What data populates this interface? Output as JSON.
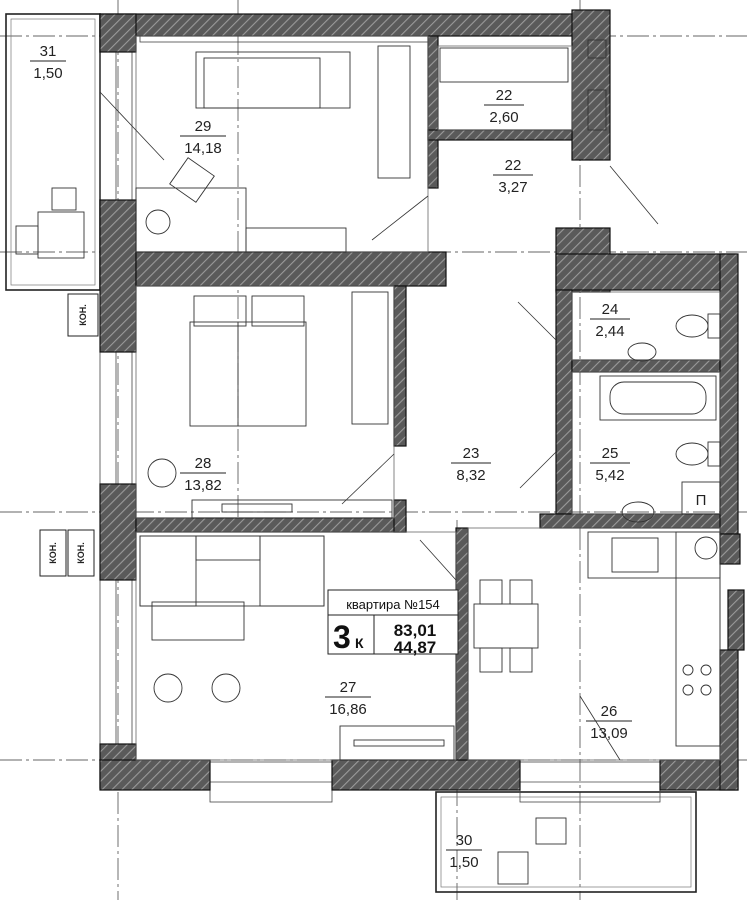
{
  "rooms": [
    {
      "id": "31",
      "num": "31",
      "area": "1,50"
    },
    {
      "id": "29",
      "num": "29",
      "area": "14,18"
    },
    {
      "id": "22a",
      "num": "22",
      "area": "2,60"
    },
    {
      "id": "22b",
      "num": "22",
      "area": "3,27"
    },
    {
      "id": "24",
      "num": "24",
      "area": "2,44"
    },
    {
      "id": "28",
      "num": "28",
      "area": "13,82"
    },
    {
      "id": "23",
      "num": "23",
      "area": "8,32"
    },
    {
      "id": "25",
      "num": "25",
      "area": "5,42"
    },
    {
      "id": "27",
      "num": "27",
      "area": "16,86"
    },
    {
      "id": "26",
      "num": "26",
      "area": "13,09"
    },
    {
      "id": "30",
      "num": "30",
      "area": "1,50"
    }
  ],
  "kon_label": "КОН.",
  "p_label": "П",
  "apartment": {
    "title": "квартира №154",
    "rooms_count": "3",
    "rooms_suffix": "К",
    "total_area": "83,01",
    "living_area": "44,87"
  }
}
